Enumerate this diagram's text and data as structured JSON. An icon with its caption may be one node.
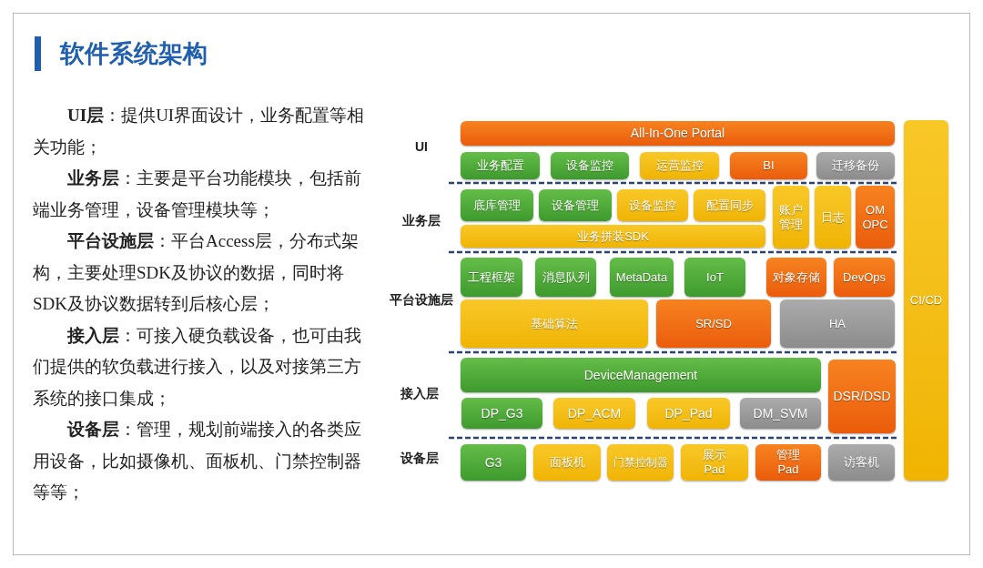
{
  "diagram": {
    "title": "软件系统架构",
    "nodes": [
      {
        "text": [
          "All-In-One Portal"
        ]
      },
      {
        "text": [
          "业务配置"
        ]
      },
      {
        "text": [
          "设备监控"
        ]
      },
      {
        "text": [
          "运营监控"
        ]
      },
      {
        "text": [
          "BI"
        ]
      },
      {
        "text": [
          "迁移备份"
        ]
      },
      {
        "text": [
          "底库管理"
        ]
      },
      {
        "text": [
          "设备管理"
        ]
      },
      {
        "text": [
          "设备监控"
        ]
      },
      {
        "text": [
          "配置同步"
        ]
      },
      {
        "text": [
          "账户管理"
        ]
      },
      {
        "text": [
          "日志"
        ]
      },
      {
        "text": [
          "OM OPC"
        ]
      },
      {
        "text": [
          "业务拼装SDK"
        ]
      },
      {
        "text": [
          "工程框架"
        ]
      },
      {
        "text": [
          "消息队列"
        ]
      },
      {
        "text": [
          "MetaData"
        ]
      },
      {
        "text": [
          "IoT"
        ]
      },
      {
        "text": [
          "对象存储"
        ]
      },
      {
        "text": [
          "DevOps"
        ]
      },
      {
        "text": [
          "基础算法"
        ]
      },
      {
        "text": [
          "SR/SD"
        ]
      },
      {
        "text": [
          "HA"
        ]
      },
      {
        "text": [
          "DeviceManagement"
        ]
      },
      {
        "text": [
          "DSR/DSD"
        ]
      },
      {
        "text": [
          "DP_G3"
        ]
      },
      {
        "text": [
          "DP_ACM"
        ]
      },
      {
        "text": [
          "DP_Pad"
        ]
      },
      {
        "text": [
          "DM_SVM"
        ]
      },
      {
        "text": [
          "G3"
        ]
      },
      {
        "text": [
          "面板机"
        ]
      },
      {
        "text": [
          "门禁控制器"
        ]
      },
      {
        "text": [
          "展示Pad"
        ]
      },
      {
        "text": [
          "管理Pad"
        ]
      },
      {
        "text": [
          "访客机"
        ]
      },
      {
        "text": [
          "CI/CD"
        ]
      }
    ],
    "labels": [
      "**UI层**：提供UI界面设计，业务配置等相关功能；",
      "**业务层**：主要是平台功能模块，包括前端业务管理，设备管理模块等；",
      "**平台设施层**：平台Access层，分布式架构，主要处理SDK及协议的数据，同时将SDK及协议数据转到后核心层；",
      "**接入层**：可接入硬负载设备，也可由我们提供的软负载进行接入，以及对接第三方系统的接口集成；",
      "**设备层**：管理，规划前端接入的各类应用设备，比如摄像机、面板机、门禁控制器等等；",
      "UI",
      "业务层",
      "平台设施层",
      "接入层",
      "设备层"
    ]
  }
}
